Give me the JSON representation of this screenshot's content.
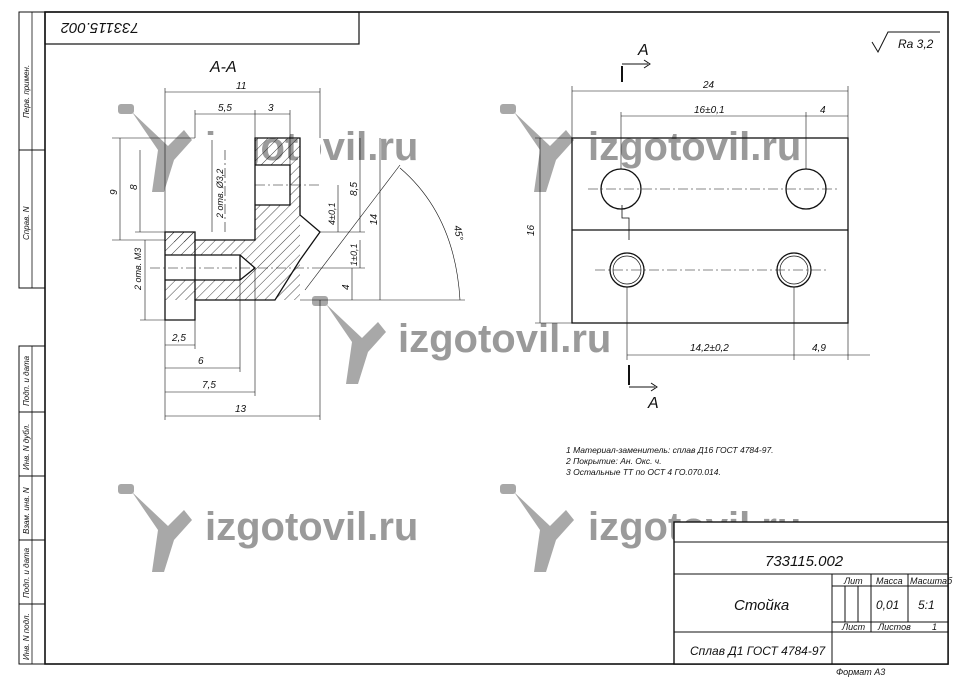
{
  "sheet": {
    "top_stamp": "733115.002",
    "format": "Формат А3"
  },
  "side_labels": [
    "Перв. примен.",
    "Справ. N",
    "Подп. и дата",
    "Инв. N дубл.",
    "Взам. инв. N",
    "Подп. и дата",
    "Инв. N подл."
  ],
  "roughness": "Ra 3,2",
  "section": {
    "title": "А-А",
    "dims": {
      "d11": "11",
      "d5_5": "5,5",
      "d3": "3",
      "d9": "9",
      "d8": "8",
      "hole_top": "2 отв. Ø3,2",
      "d8_5": "8,5",
      "d4_01": "4±0,1",
      "d14": "14",
      "angle45": "45°",
      "hole_bottom": "2 отв. М3",
      "d1_01": "1±0,1",
      "d4": "4",
      "d2_5": "2,5",
      "d6": "6",
      "d7_5": "7,5",
      "d13": "13"
    }
  },
  "plan": {
    "cut_top": "А",
    "cut_bottom": "А",
    "dims": {
      "d24": "24",
      "d16_01": "16±0,1",
      "d4": "4",
      "d16": "16",
      "d14_2": "14,2±0,2",
      "d4_9": "4,9"
    }
  },
  "notes": [
    "1 Материал-заменитель: сплав Д16 ГОСТ 4784-97.",
    "2 Покрытие: Ан. Окс. ч.",
    "3 Остальные ТТ по ОСТ 4 ГО.070.014."
  ],
  "title_block": {
    "designation": "733115.002",
    "name": "Стойка",
    "material": "Сплав Д1 ГОСТ 4784-97",
    "lit_label": "Лит",
    "mass_label": "Масса",
    "scale_label": "Масштаб",
    "mass": "0,01",
    "scale": "5:1",
    "sheet_label": "Лист",
    "sheets_label": "Листов",
    "sheets": "1"
  },
  "watermark": {
    "text": "izgotovil.ru",
    "color": "#9a9a9a"
  }
}
